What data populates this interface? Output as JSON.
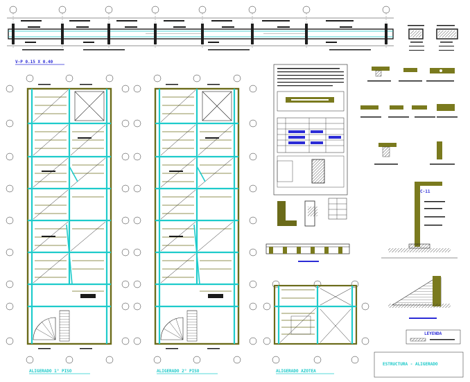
{
  "colors": {
    "beam": "#1ecbcb",
    "wall": "#7a7a1e",
    "title": "#2b2bd6",
    "hatch": "#5a5a5a",
    "dim": "#0c0c0c"
  },
  "labels": {
    "beam_section": "V-P 0.15 X 0.40",
    "plan1": "ALIGERADO 1° PISO",
    "plan2": "ALIGERADO 2° PISO",
    "plan3": "ALIGERADO AZOTEA",
    "corte": "C-11",
    "footer_title": "ESTRUCTURA - ALIGERADO",
    "legend_title": "LEYENDA"
  },
  "icons": {
    "section_marker": "section-cut-marker",
    "grid_bubble": "axis-bubble"
  }
}
